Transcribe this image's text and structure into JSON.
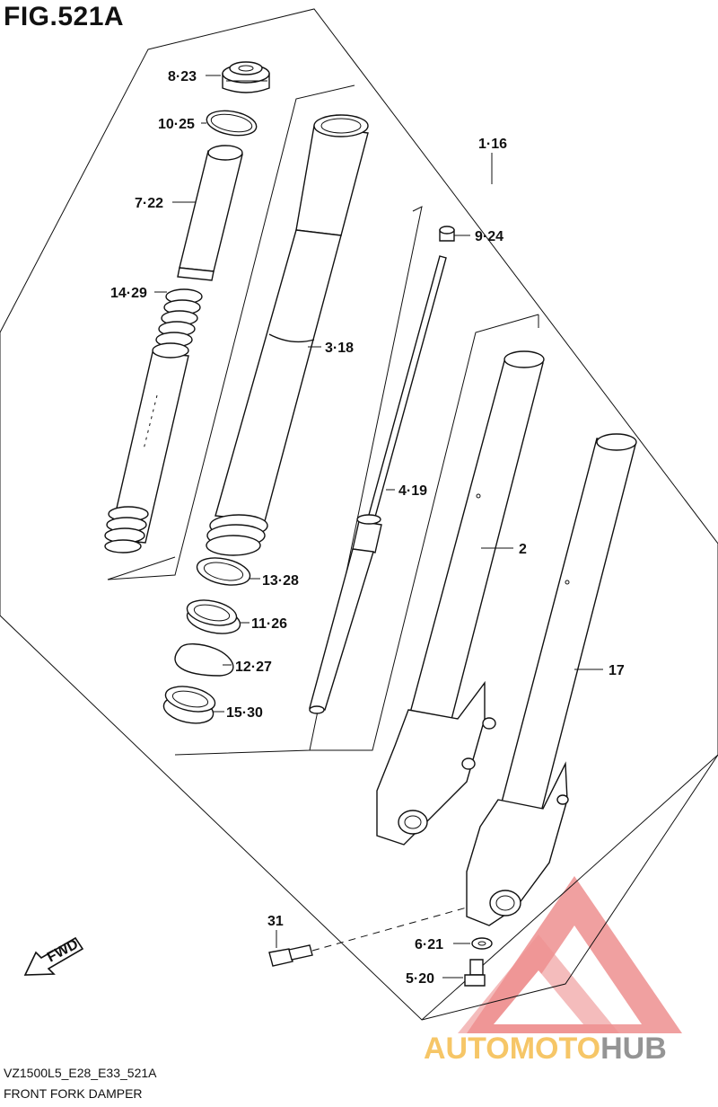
{
  "figure": {
    "title": "FIG.521A"
  },
  "callouts": {
    "c1": "1·16",
    "c2": "2",
    "c3": "3·18",
    "c4": "4·19",
    "c5": "5·20",
    "c6": "6·21",
    "c7": "7·22",
    "c8": "8·23",
    "c9": "9·24",
    "c10": "10·25",
    "c11": "11·26",
    "c12": "12·27",
    "c13": "13·28",
    "c14": "14·29",
    "c15": "15·30",
    "c17": "17",
    "c31": "31"
  },
  "fwd_label": "FWD",
  "footer": {
    "code": "VZ1500L5_E28_E33_521A",
    "name": "FRONT FORK DAMPER"
  },
  "watermark": {
    "text": "AUTOMOTOHUB",
    "part1": "AUTO",
    "part2": "MOTO",
    "part3": "HUB"
  },
  "colors": {
    "ink": "#111111",
    "watermark_red": "#e86a6a",
    "watermark_orange": "#f5b942",
    "watermark_gray": "#7a7a7a"
  }
}
